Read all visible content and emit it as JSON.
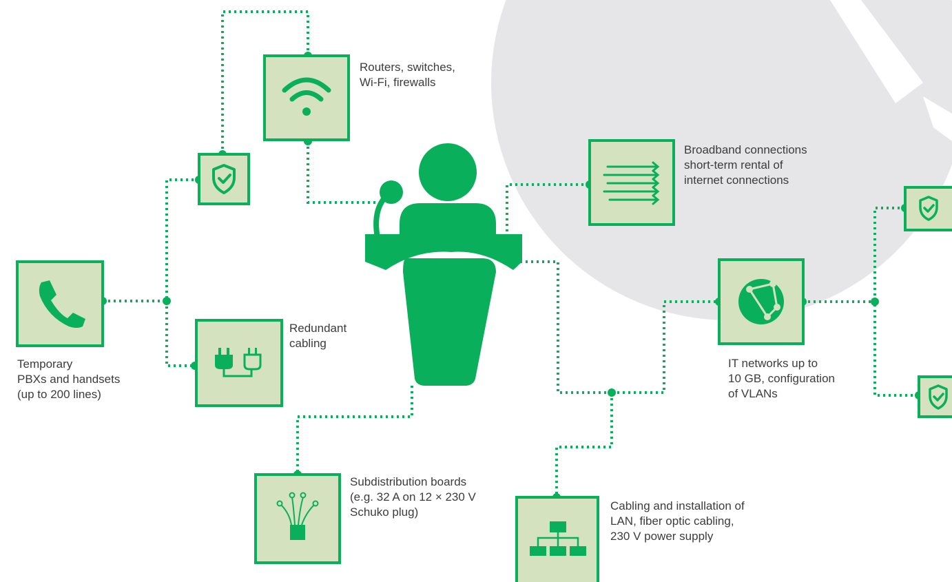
{
  "colors": {
    "green": "#0aaf5b",
    "box_fill": "#d4e2bf",
    "background_shape": "#e6e6e9",
    "text": "#3c3c3c"
  },
  "center": {
    "icon": "speaker-at-podium-icon"
  },
  "nodes": {
    "wifi": {
      "icon": "wifi-icon",
      "lines": [
        "Routers, switches,",
        "Wi-Fi, firewalls"
      ]
    },
    "broadband": {
      "icon": "arrows-right-icon",
      "lines": [
        "Broadband connections",
        "short-term rental of",
        "internet connections"
      ]
    },
    "phone": {
      "icon": "phone-icon",
      "lines": [
        "Temporary",
        "PBXs and handsets",
        "(up to 200 lines)"
      ]
    },
    "cabling": {
      "icon": "plug-socket-icon",
      "lines": [
        "Redundant",
        "cabling"
      ]
    },
    "network": {
      "icon": "globe-network-icon",
      "lines": [
        "IT networks up to",
        "10 GB, configuration",
        "of VLANs"
      ]
    },
    "fiber": {
      "icon": "fiber-optic-icon",
      "lines": [
        "Subdistribution boards",
        "(e.g. 32 A on 12 × 230 V",
        "Schuko plug)"
      ]
    },
    "lan": {
      "icon": "hierarchy-icon",
      "lines": [
        "Cabling and installation of",
        "LAN, fiber optic cabling,",
        "230 V power supply"
      ]
    },
    "shield_a": {
      "icon": "shield-check-icon"
    },
    "shield_b": {
      "icon": "shield-check-icon"
    },
    "shield_c": {
      "icon": "shield-check-icon"
    }
  }
}
